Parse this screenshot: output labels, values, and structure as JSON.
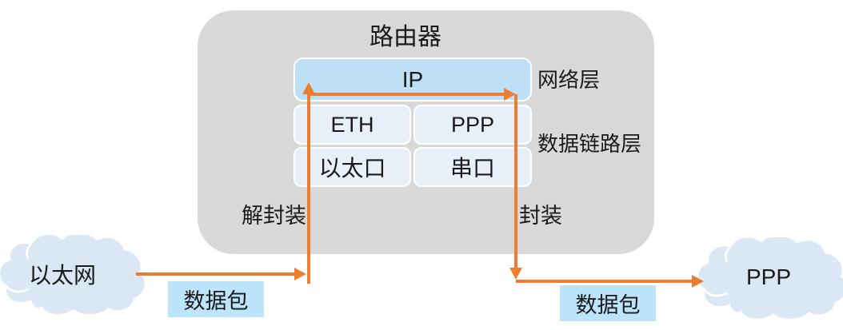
{
  "diagram": {
    "router": {
      "title": "路由器",
      "network_layer": {
        "box_label": "IP",
        "side_label": "网络层"
      },
      "datalink_layer": {
        "side_label": "数据链路层",
        "protocol_left": "ETH",
        "protocol_right": "PPP",
        "port_left": "以太口",
        "port_right": "串口"
      },
      "decapsulation_label": "解封装",
      "encapsulation_label": "封装"
    },
    "clouds": {
      "left": {
        "label": "以太网"
      },
      "right": {
        "label": "PPP"
      }
    },
    "packets": {
      "left": {
        "label": "数据包"
      },
      "right": {
        "label": "数据包"
      }
    }
  },
  "colors": {
    "orange": "#ED7D31",
    "router_bg": "#D9D9D9",
    "ip_fill": "#BDE0F7",
    "cell_fill": "#E7EFF9",
    "packet_fill": "#BCE4FA",
    "cloud_fill": "#DBE7F5",
    "text": "#1A1A1A",
    "border_white": "#FFFFFF"
  }
}
